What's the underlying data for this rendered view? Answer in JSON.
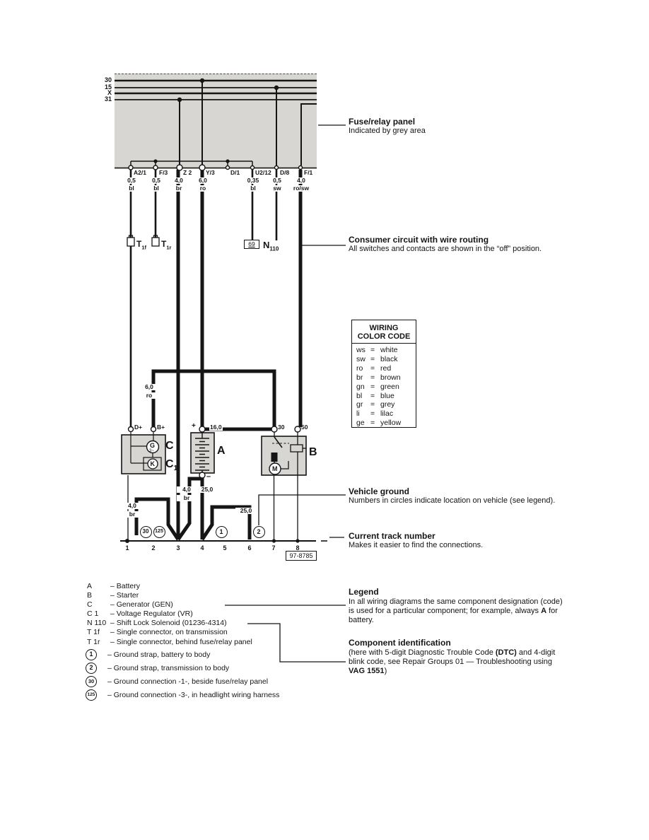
{
  "fuse_panel": {
    "bus_labels": [
      "30",
      "15",
      "X",
      "31"
    ]
  },
  "terminals": [
    {
      "id": "A2/1",
      "gauge": "0,5",
      "color": "bl"
    },
    {
      "id": "F/3",
      "gauge": "0,5",
      "color": "bl"
    },
    {
      "id": "Z 2",
      "gauge": "4,0",
      "color": "br"
    },
    {
      "id": "Y/3",
      "gauge": "6,0",
      "color": "ro"
    },
    {
      "id": "D/1",
      "gauge": "",
      "color": ""
    },
    {
      "id": "U2/12",
      "gauge": "0,35",
      "color": "bl"
    },
    {
      "id": "D/8",
      "gauge": "0,5",
      "color": "sw"
    },
    {
      "id": "F/1",
      "gauge": "4,0",
      "color": "ro/sw"
    }
  ],
  "consumer": {
    "t1f": "T",
    "t1f_sub": "1f",
    "t1r": "T",
    "t1r_sub": "1r",
    "dtc": "69",
    "n": "N",
    "n_sub": "110"
  },
  "wire_labels": {
    "gen_gauge": "6,0",
    "gen_color": "ro",
    "gnd_gauge": "4,0",
    "gnd_color": "br",
    "bat_gauge": "4,0",
    "bat_color": "br",
    "bat_strap": "25,0",
    "trans_strap": "25,0",
    "bat_starter": "16,0"
  },
  "components": {
    "c": "C",
    "c1": "C",
    "c1_sub": "1",
    "a": "A",
    "b": "B",
    "gen_symbol": "G",
    "gen_phase": "3~",
    "reg_symbol": "K",
    "motor_symbol": "M",
    "dplus": "D+",
    "bplus": "B+",
    "plus": "+",
    "minus": "–",
    "t30": "30",
    "t50": "50"
  },
  "grounds": {
    "g30": "30",
    "g125": "125",
    "g1": "1",
    "g2": "2"
  },
  "tracks": {
    "numbers": [
      "1",
      "2",
      "3",
      "4",
      "5",
      "6",
      "7",
      "8"
    ],
    "ref": "97-8785"
  },
  "color_code": {
    "title1": "WIRING",
    "title2": "COLOR CODE",
    "eq": "=",
    "rows": [
      {
        "abbr": "ws",
        "name": "white"
      },
      {
        "abbr": "sw",
        "name": "black"
      },
      {
        "abbr": "ro",
        "name": "red"
      },
      {
        "abbr": "br",
        "name": "brown"
      },
      {
        "abbr": "gn",
        "name": "green"
      },
      {
        "abbr": "bl",
        "name": "blue"
      },
      {
        "abbr": "gr",
        "name": "grey"
      },
      {
        "abbr": "li",
        "name": "lilac"
      },
      {
        "abbr": "ge",
        "name": "yellow"
      }
    ]
  },
  "annotations": {
    "fuse_panel": {
      "title": "Fuse/relay panel",
      "sub": "Indicated by grey area"
    },
    "consumer": {
      "title": "Consumer circuit with wire routing",
      "sub": "All switches and contacts are shown in the “off” position."
    },
    "vehicle_ground": {
      "title": "Vehicle ground",
      "sub": "Numbers in circles indicate location on vehicle (see legend)."
    },
    "track_number": {
      "title": "Current track number",
      "sub": "Makes it easier to find the connections."
    },
    "legend": {
      "title": "Legend",
      "line1": "In all wiring diagrams the same component designation (code)",
      "line2_pre": "is used for a particular component; for example, always ",
      "line2_bold": "A",
      "line2_post": " for",
      "line3": "battery."
    },
    "component_id": {
      "title": "Component identification",
      "line1_pre": "(here with 5-digit Diagnostic Trouble Code ",
      "line1_bold": "(DTC)",
      "line1_post": " and 4-digit",
      "line2": "blink code, see Repair Groups 01 — Troubleshooting using",
      "line3_bold": "VAG 1551",
      "line3_post": ")"
    }
  },
  "legend_list": {
    "items": [
      {
        "code": "A",
        "desc": "– Battery"
      },
      {
        "code": "B",
        "desc": "– Starter"
      },
      {
        "code": "C",
        "desc": "– Generator (GEN)"
      },
      {
        "code": "C 1",
        "desc": "– Voltage Regulator (VR)"
      },
      {
        "code": "N 110",
        "desc": "– Shift Lock Solenoid (01236-4314)"
      },
      {
        "code": "T 1f",
        "desc": "– Single connector, on transmission"
      },
      {
        "code": "T 1r",
        "desc": "– Single connector, behind fuse/relay panel"
      }
    ],
    "ground_items": [
      {
        "symbol": "1",
        "desc": "–  Ground strap, battery to body"
      },
      {
        "symbol": "2",
        "desc": "–  Ground strap, transmission to body"
      },
      {
        "symbol": "30",
        "desc": "–  Ground connection -1-, beside fuse/relay panel"
      },
      {
        "symbol": "125",
        "desc": "–  Ground connection -3-, in headlight wiring harness"
      }
    ]
  }
}
